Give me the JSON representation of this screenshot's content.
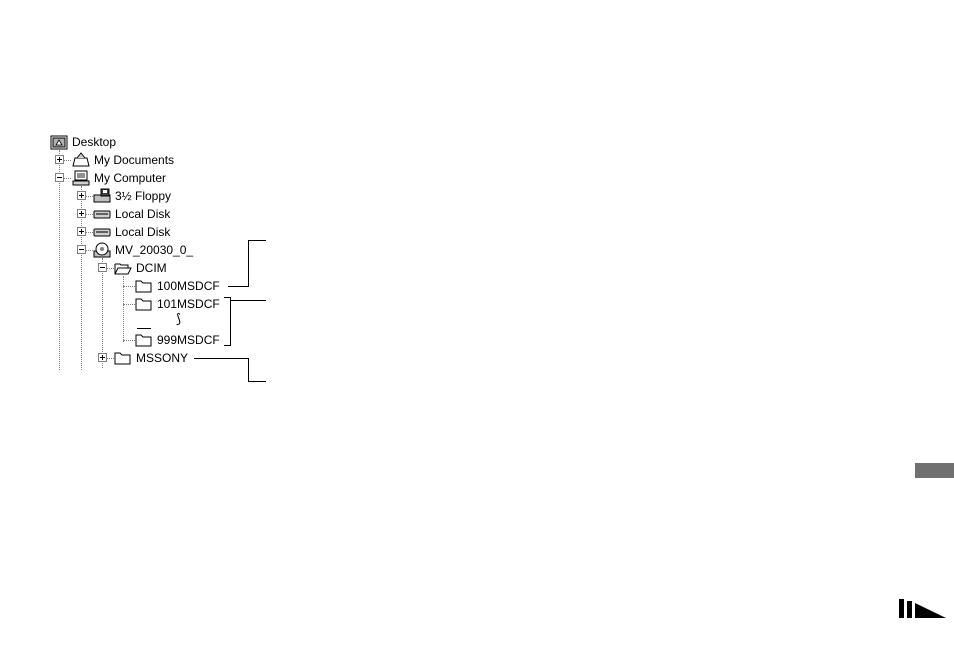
{
  "tree": {
    "desktop": "Desktop",
    "my_documents": "My Documents",
    "my_computer": "My Computer",
    "floppy": "3½ Floppy",
    "local_disk_1": "Local Disk",
    "local_disk_2": "Local Disk",
    "camera_drive": "MV_20030_0_",
    "dcim": "DCIM",
    "folder_100": "100MSDCF",
    "folder_101": "101MSDCF",
    "range_mark": "⟆",
    "folder_999": "999MSDCF",
    "mssony": "MSSONY"
  },
  "icons": {
    "desktop": "desktop-icon",
    "documents": "my-documents-icon",
    "computer": "computer-icon",
    "floppy": "floppy-drive-icon",
    "disk": "hard-disk-icon",
    "camera": "removable-disk-icon",
    "folder_open": "folder-open-icon",
    "folder": "folder-icon"
  },
  "colors": {
    "tab": "#707070",
    "line": "#808080"
  }
}
